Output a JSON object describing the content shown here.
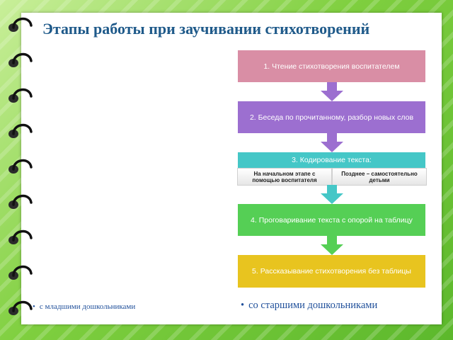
{
  "title": "Этапы работы при заучивании стихотворений",
  "steps": [
    "1. Чтение стихотворения воспитателем",
    "2. Беседа по прочитанному, разбор новых слов",
    "3. Кодирование текста:",
    "4. Проговаривание текста с опорой на таблицу",
    "5. Рассказывание стихотворения без таблицы"
  ],
  "substeps": {
    "left": "На начальном этапе с помощью воспитателя",
    "right": "Позднее – самостоятельно детьми"
  },
  "captions": {
    "younger": "с младшими дошкольниками",
    "older": "со старшими дошкольниками",
    "bullet": "•"
  },
  "colors": {
    "step1": "#d98ea5",
    "step2": "#9c6fd0",
    "step3": "#45c7c7",
    "step4": "#55cf55",
    "step5": "#e8c41f",
    "title": "#1f5a8a",
    "arrow": "#9c6fd0"
  },
  "icons": [
    "spiral-binding-ring-icon",
    "down-arrow-icon"
  ]
}
